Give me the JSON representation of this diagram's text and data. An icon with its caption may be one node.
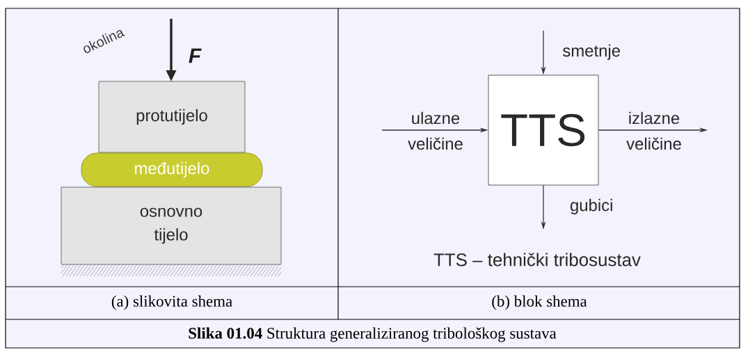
{
  "diagram": {
    "caption": "**Slika 01.04**  Struktura generaliziranog tribološkog sustava",
    "nodes": [
      {
        "text": [
          "protutijelo"
        ]
      },
      {
        "text": [
          "međutijelo"
        ]
      },
      {
        "text": [
          "osnovno tijelo"
        ]
      },
      {
        "text": [
          "TTS"
        ]
      }
    ],
    "edges": [
      {
        "from": null,
        "to": 3,
        "arrow": "to",
        "label": "smetnje"
      },
      {
        "from": null,
        "to": 3,
        "arrow": "to",
        "label": "ulazne veličine"
      },
      {
        "from": 3,
        "to": null,
        "arrow": "to",
        "label": "izlazne veličine"
      },
      {
        "from": 3,
        "to": null,
        "arrow": "to",
        "label": "gubici"
      }
    ],
    "labels": [
      "okolina",
      "F",
      "TTS – tehnički tribosustav",
      "(a) slikovita shema",
      "(b) blok shema"
    ]
  }
}
